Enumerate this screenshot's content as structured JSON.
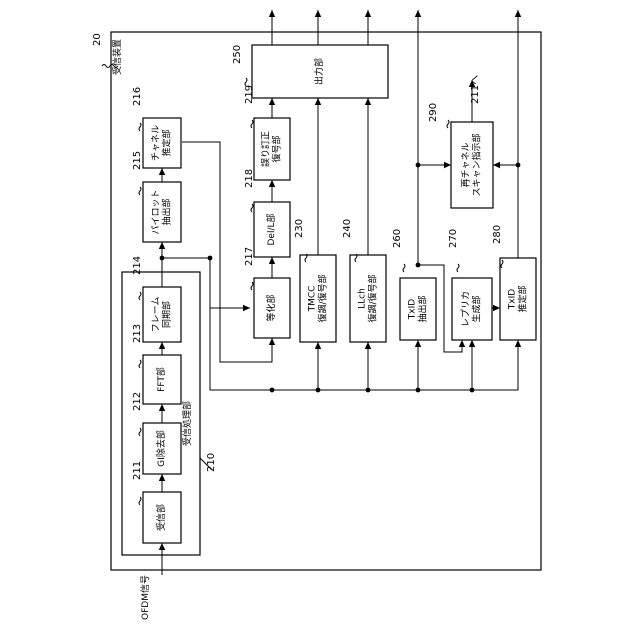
{
  "device": {
    "label": "受信装置",
    "ref": "20"
  },
  "input_signal": "OFDM信号",
  "processing_unit": {
    "label": "受信処理部",
    "ref": "210"
  },
  "external_ref": "211へ",
  "blocks": {
    "receiver": {
      "ref": "211",
      "lines": [
        "受信部"
      ]
    },
    "gi": {
      "ref": "212",
      "lines": [
        "GI除去部"
      ]
    },
    "fft": {
      "ref": "213",
      "lines": [
        "FFT部"
      ]
    },
    "frame_sync": {
      "ref": "214",
      "lines": [
        "フレーム",
        "同期部"
      ]
    },
    "pilot": {
      "ref": "215",
      "lines": [
        "パイロット",
        "抽出部"
      ]
    },
    "channel": {
      "ref": "216",
      "lines": [
        "チャネル",
        "推定部"
      ]
    },
    "equalizer": {
      "ref": "217",
      "lines": [
        "等化部"
      ]
    },
    "deinter": {
      "ref": "218",
      "lines": [
        "Del/L部"
      ]
    },
    "ecc": {
      "ref": "219",
      "lines": [
        "誤り訂正",
        "復号部"
      ]
    },
    "tmcc": {
      "ref": "230",
      "lines": [
        "TMCC",
        "復調/復号部"
      ]
    },
    "llch": {
      "ref": "240",
      "lines": [
        "LLch",
        "復調/復号部"
      ]
    },
    "output": {
      "ref": "250",
      "lines": [
        "出力部"
      ]
    },
    "txid_ext": {
      "ref": "260",
      "lines": [
        "TxID",
        "抽出部"
      ]
    },
    "replica": {
      "ref": "270",
      "lines": [
        "レプリカ",
        "生成部"
      ]
    },
    "txid_est": {
      "ref": "280",
      "lines": [
        "TxID",
        "推定部"
      ]
    },
    "rescan": {
      "ref": "290",
      "lines": [
        "再チャネル",
        "スキャン指示部"
      ]
    }
  }
}
